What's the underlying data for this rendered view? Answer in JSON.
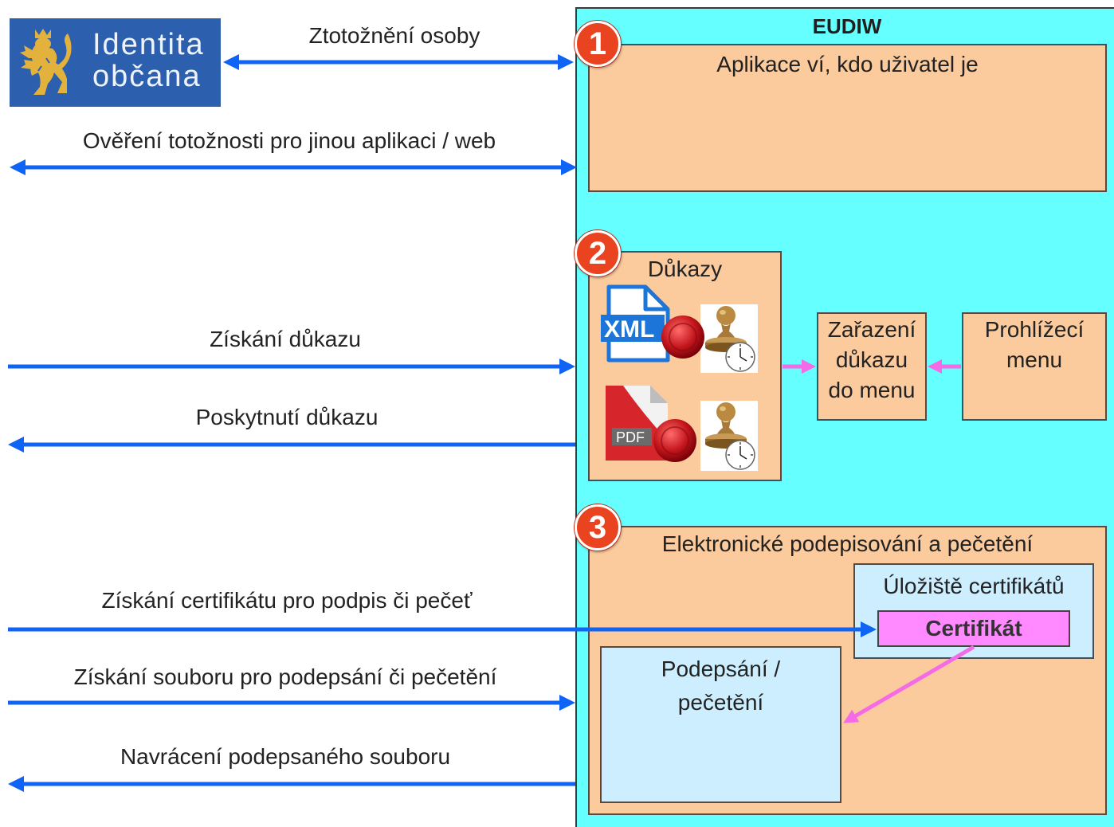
{
  "colors": {
    "arrow_blue": "#0F63F5",
    "arrow_pink": "#F56AE6",
    "panel_cyan": "#66FFFF",
    "box_peach": "#FBCA9D",
    "box_light_blue": "#CCEEFF",
    "certificate_pink": "#FF8AFF",
    "badge_red": "#E94320",
    "logo_blue": "#2C60AE",
    "emblem_gold": "#E3B23C"
  },
  "logo": {
    "icon": "czech-lion-emblem-icon",
    "line1": "Identita",
    "line2": "občana"
  },
  "flows": {
    "identify": "Ztotožnění osoby",
    "verify": "Ověření totožnosti pro jinou aplikaci / web",
    "get_evidence": "Získání důkazu",
    "provide_evidence": "Poskytnutí důkazu",
    "get_certificate": "Získání certifikátu pro podpis či pečeť",
    "get_file": "Získání souboru pro podepsání či pečetění",
    "return_file": "Navrácení podepsaného souboru"
  },
  "eudiw": {
    "title": "EUDIW",
    "section1": {
      "badge": "1",
      "title": "Aplikace ví, kdo uživatel je"
    },
    "section2": {
      "badge": "2",
      "evidence": {
        "title": "Důkazy",
        "xml_label": "XML",
        "pdf_label": "PDF",
        "icons": [
          "xml-file-icon",
          "wax-seal-icon",
          "timestamp-stamp-icon",
          "pdf-file-icon",
          "wax-seal-icon",
          "timestamp-stamp-icon"
        ]
      },
      "menu_assign": {
        "lines": [
          "Zařazení",
          "důkazu",
          "do menu"
        ]
      },
      "browse_menu": {
        "lines": [
          "Prohlížecí",
          "menu"
        ]
      }
    },
    "section3": {
      "badge": "3",
      "title": "Elektronické podepisování a pečetění",
      "cert_store": {
        "title": "Úložiště certifikátů",
        "certificate": "Certifikát"
      },
      "signing": {
        "lines": [
          "Podepsání /",
          "pečetění"
        ]
      }
    }
  }
}
